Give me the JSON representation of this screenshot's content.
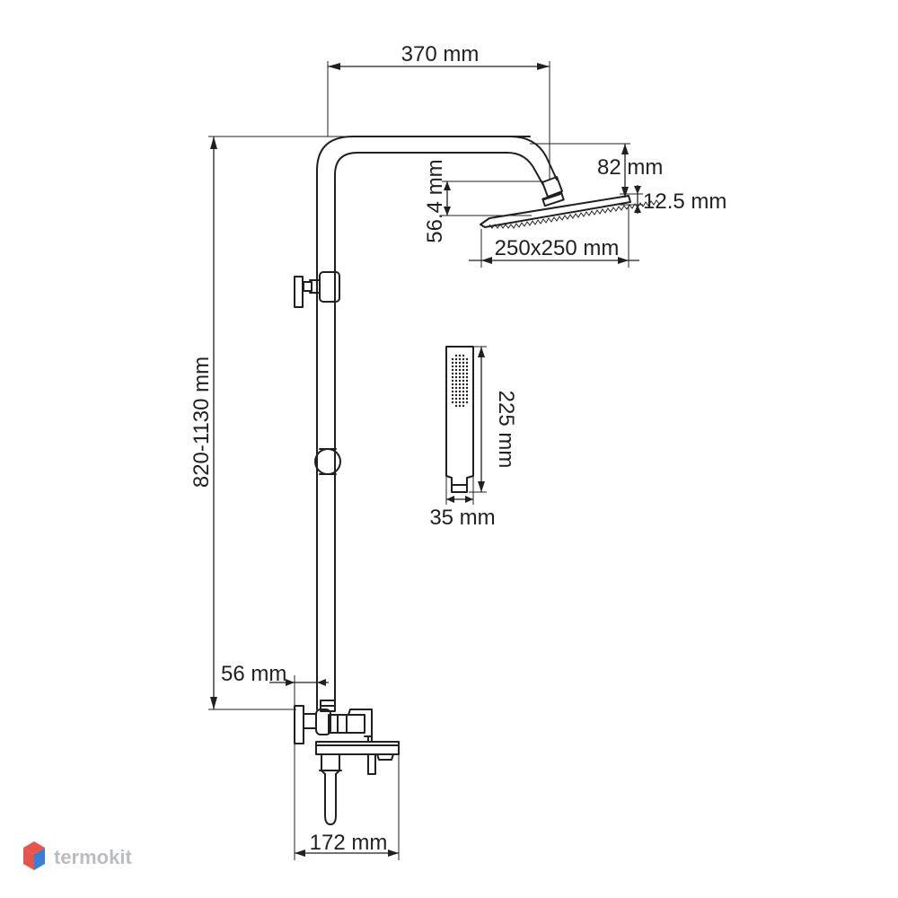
{
  "dimensions": {
    "arm_length": "370 mm",
    "height_range": "820-1130 mm",
    "head_drop": "82 mm",
    "connector_height": "56.4 mm",
    "head_thickness": "12.5 mm",
    "head_size": "250x250 mm",
    "hand_shower_length": "225 mm",
    "hand_shower_width": "35 mm",
    "wall_offset": "56 mm",
    "mixer_depth": "172 mm"
  },
  "watermark": {
    "text": "termokit",
    "colors": [
      "#e8534a",
      "#3a7fd6",
      "#b9bcc0"
    ]
  },
  "colors": {
    "line": "#231f20",
    "background": "#ffffff"
  }
}
